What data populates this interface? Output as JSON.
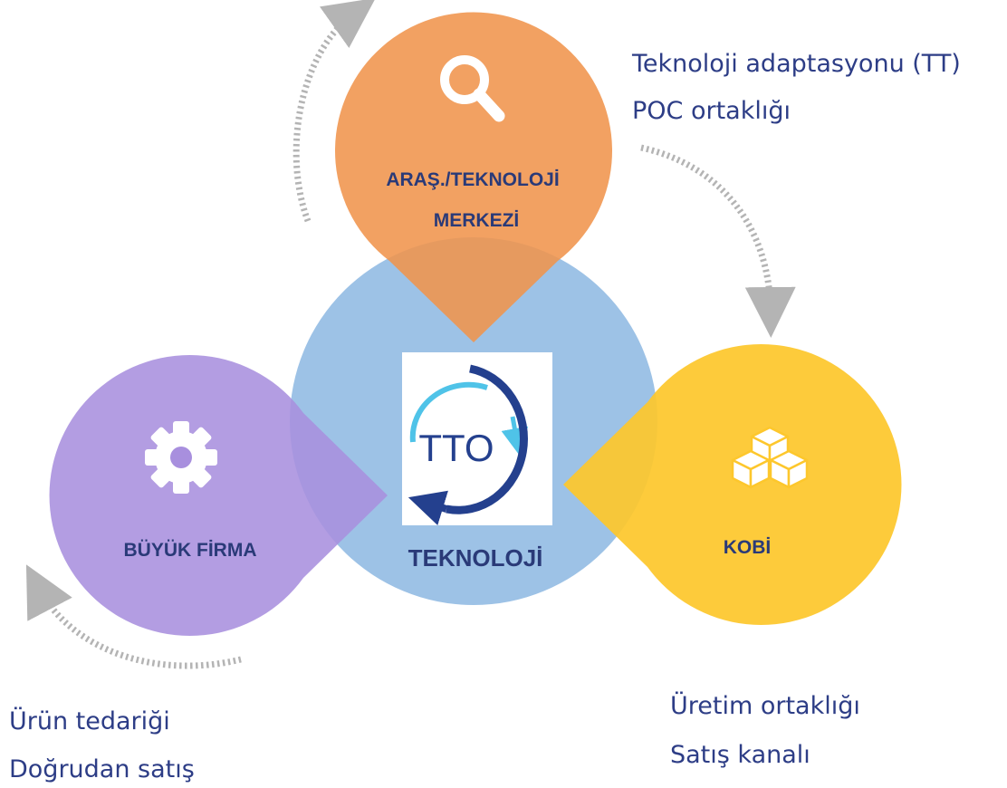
{
  "center": {
    "label": "TEKNOLOJİ",
    "logo_text": "TTO",
    "color": "#9dc2e6"
  },
  "nodes": {
    "research": {
      "label_line1": "ARAŞ./TEKNOLOJİ",
      "label_line2": "MERKEZİ",
      "icon": "search-icon",
      "color": "#f0944c"
    },
    "large_firm": {
      "label": "BÜYÜK FİRMA",
      "icon": "gear-icon",
      "color": "#a88fde"
    },
    "sme": {
      "label": "KOBİ",
      "icon": "boxes-icon",
      "color": "#fdc72c"
    }
  },
  "notes": {
    "research": [
      "Teknoloji adaptasyonu (TT)",
      "POC ortaklığı"
    ],
    "sme": [
      "Üretim ortaklığı",
      "Satış kanalı"
    ],
    "large_firm": [
      "Ürün tedariği",
      "Doğrudan satış"
    ]
  },
  "colors": {
    "label_text": "#2a3a78",
    "note_text": "#2d3d86",
    "arrow": "#b4b4b4",
    "logo_dark": "#24408e",
    "logo_light": "#4fc3e8"
  }
}
